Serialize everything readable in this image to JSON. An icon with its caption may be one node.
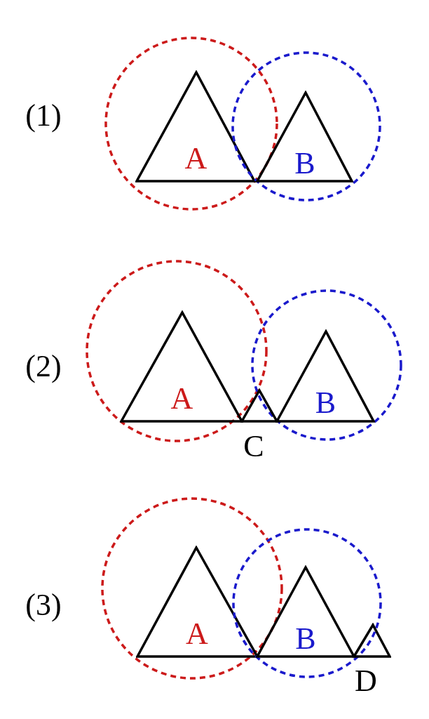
{
  "diagram": {
    "nodes": [
      {
        "text": [],
        "shape": "circle"
      },
      {
        "text": [
          "A"
        ],
        "in": 0
      },
      {
        "text": [],
        "shape": "circle"
      },
      {
        "text": [
          "B"
        ],
        "in": 2
      },
      {
        "text": [],
        "shape": "circle"
      },
      {
        "text": [
          "A"
        ],
        "in": 4
      },
      {
        "text": [],
        "shape": "triangle",
        "beside": [
          "C"
        ]
      },
      {
        "text": [],
        "shape": "circle"
      },
      {
        "text": [
          "B"
        ],
        "in": 7
      },
      {
        "text": [],
        "shape": "circle"
      },
      {
        "text": [
          "A"
        ],
        "in": 9
      },
      {
        "text": [],
        "shape": "circle"
      },
      {
        "text": [
          "B"
        ],
        "in": 11
      },
      {
        "text": [],
        "shape": "triangle",
        "beside": [
          "D"
        ]
      }
    ],
    "edges": [],
    "labels": [
      "(1)",
      "(2)",
      "(3)"
    ]
  }
}
